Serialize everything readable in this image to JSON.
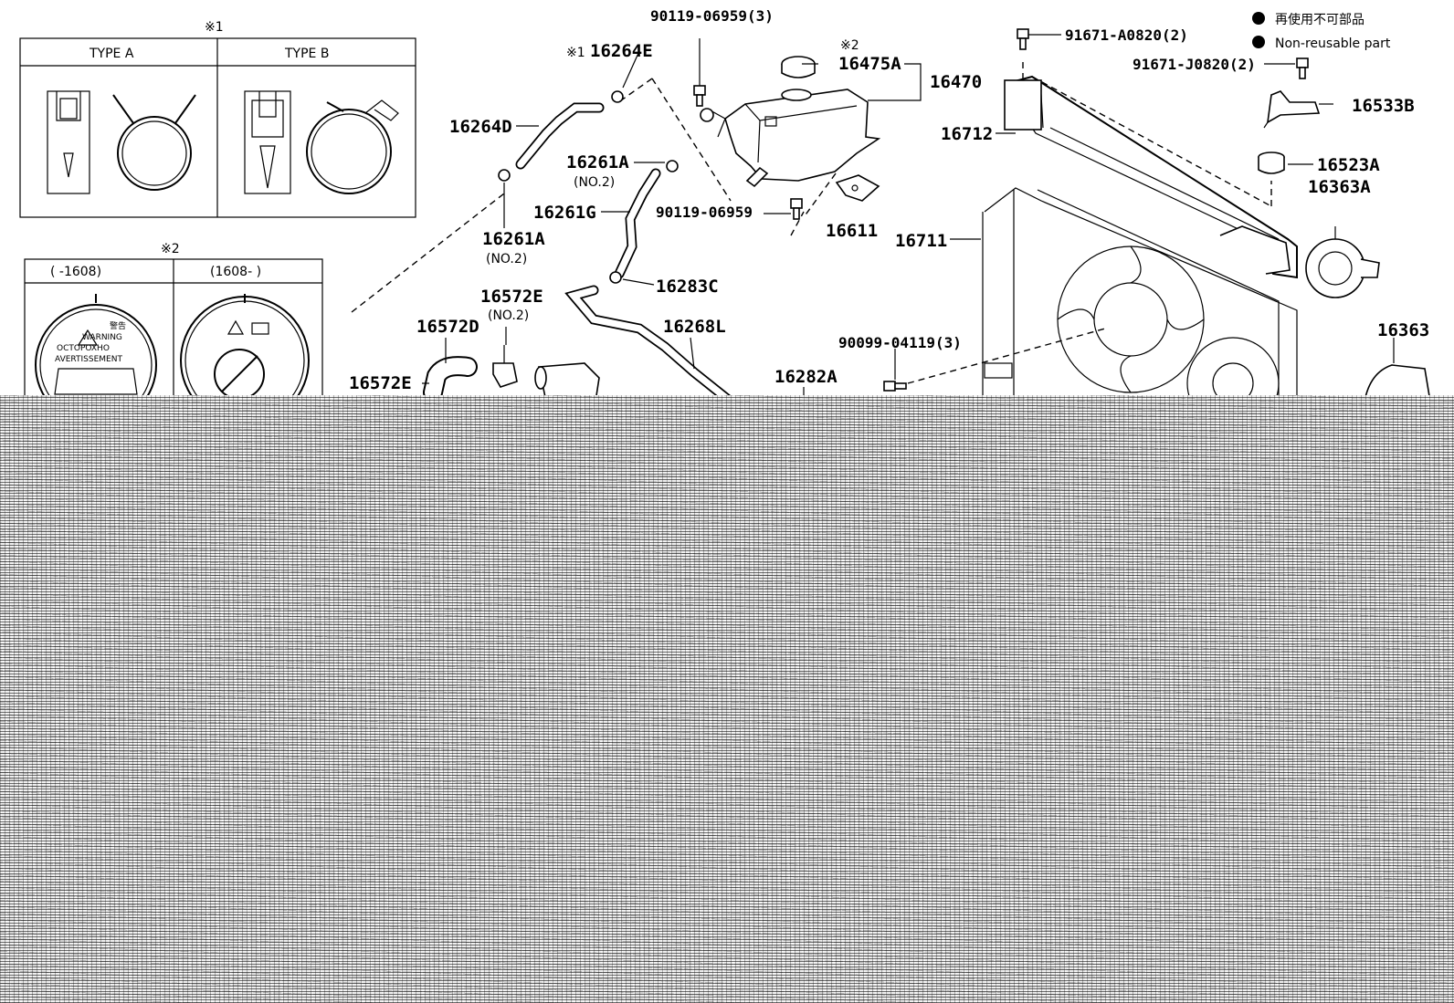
{
  "inset1": {
    "marker": "※1",
    "type_a": "TYPE A",
    "type_b": "TYPE B"
  },
  "inset2": {
    "marker": "※2",
    "col1": "(   -1608)",
    "col2": "(1608-    )",
    "cap_warning": "警告",
    "cap_warning_en": "WARNING",
    "cap_warning_ru": "OCTOPOXHO",
    "cap_warning_fr": "AVERTISSEMENT"
  },
  "legend": {
    "items": [
      {
        "text_ja": "再使用不可部品"
      },
      {
        "text_en": "Non-reusable part"
      }
    ]
  },
  "parts": {
    "p_90119_06959_3": "90119-06959(3)",
    "p_16264E_marker": "※1",
    "p_16264E": "16264E",
    "p_16475A_marker": "※2",
    "p_16475A": "16475A",
    "p_16470": "16470",
    "p_91671_A0820_2": "91671-A0820(2)",
    "p_91671_J0820_2": "91671-J0820(2)",
    "p_16533B": "16533B",
    "p_16264D": "16264D",
    "p_16712": "16712",
    "p_16523A": "16523A",
    "p_16363A": "16363A",
    "p_16261A_a": "16261A",
    "p_no2_a": "(NO.2)",
    "p_16261G": "16261G",
    "p_90119_06959": "90119-06959",
    "p_16611": "16611",
    "p_16711": "16711",
    "p_16261A_b": "16261A",
    "p_no2_b": "(NO.2)",
    "p_16283C": "16283C",
    "p_16572E_a": "16572E",
    "p_no2_c": "(NO.2)",
    "p_16572D": "16572D",
    "p_16268L": "16268L",
    "p_90099_04119_3": "90099-04119(3)",
    "p_16363": "16363",
    "p_16572E_b": "16572E",
    "p_16282A": "16282A"
  }
}
